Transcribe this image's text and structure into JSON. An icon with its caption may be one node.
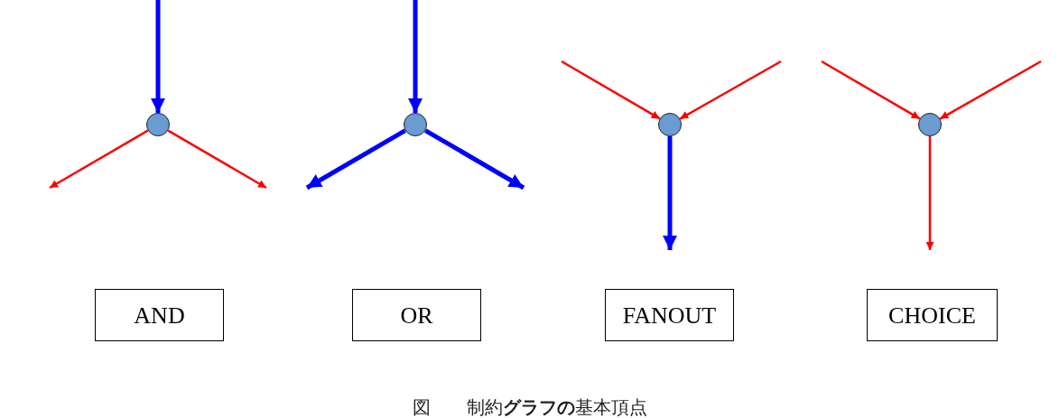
{
  "diagram": {
    "caption": "図　　制約**グラフの**基本頂点",
    "nodes": [
      {
        "text": [],
        "shape": "circle"
      },
      {
        "text": [],
        "shape": "circle"
      },
      {
        "text": [],
        "shape": "circle"
      },
      {
        "text": [],
        "shape": "circle"
      },
      {
        "text": [
          "AND"
        ]
      },
      {
        "text": [
          "OR"
        ]
      },
      {
        "text": [
          "FANOUT"
        ]
      },
      {
        "text": [
          "CHOICE"
        ]
      }
    ],
    "edges": [
      {
        "from": null,
        "to": 0,
        "arrow": "to",
        "style": "thick",
        "color": "#0000ff"
      },
      {
        "from": 0,
        "to": null,
        "arrow": "to"
      },
      {
        "from": 0,
        "to": null,
        "arrow": "to"
      },
      {
        "from": null,
        "to": 1,
        "arrow": "to",
        "style": "thick",
        "color": "#0000ff"
      },
      {
        "from": 1,
        "to": null,
        "arrow": "to",
        "style": "thick",
        "color": "#0000ff"
      },
      {
        "from": 1,
        "to": null,
        "arrow": "to",
        "style": "thick",
        "color": "#0000ff"
      },
      {
        "from": null,
        "to": 2,
        "arrow": "to"
      },
      {
        "from": null,
        "to": 2,
        "arrow": "to"
      },
      {
        "from": 2,
        "to": null,
        "arrow": "to",
        "style": "thick",
        "color": "#0000ff"
      },
      {
        "from": null,
        "to": 3,
        "arrow": "to"
      },
      {
        "from": null,
        "to": 3,
        "arrow": "to"
      },
      {
        "from": 3,
        "to": null,
        "arrow": "to"
      }
    ]
  }
}
